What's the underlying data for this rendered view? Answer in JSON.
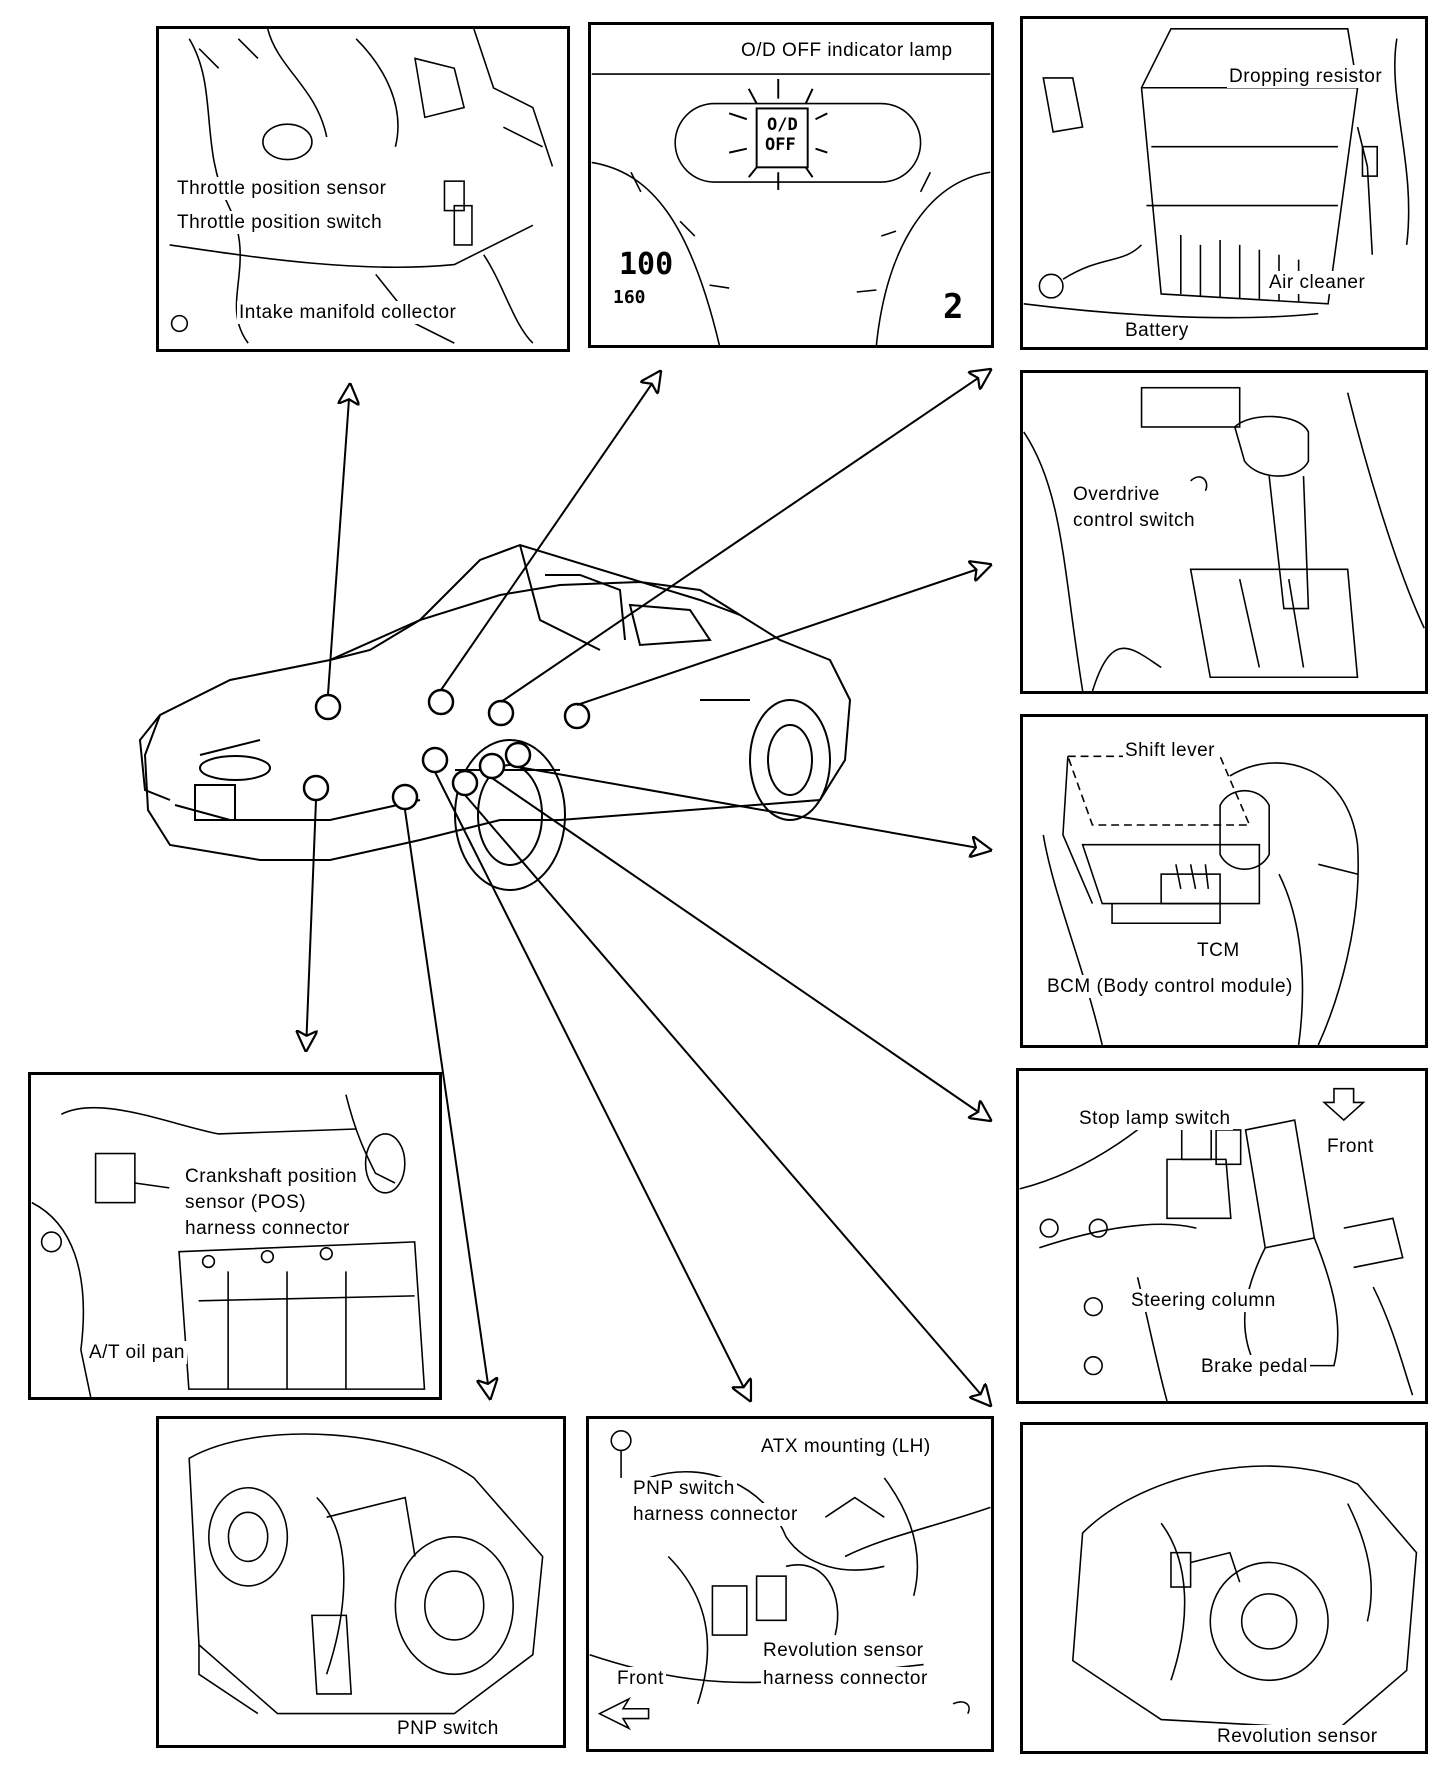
{
  "panels": {
    "throttle": {
      "throttle_position_sensor": "Throttle position sensor",
      "throttle_position_switch": "Throttle position switch",
      "intake_manifold_collector": "Intake manifold collector"
    },
    "od_lamp": {
      "title": "O/D OFF indicator lamp",
      "lamp_line1": "O/D",
      "lamp_line2": "OFF",
      "speed_100": "100",
      "speed_160": "160",
      "tach_2": "2"
    },
    "resistor": {
      "dropping_resistor": "Dropping resistor",
      "air_cleaner": "Air cleaner",
      "battery": "Battery"
    },
    "overdrive": {
      "line1": "Overdrive",
      "line2": "control switch"
    },
    "tcm": {
      "shift_lever": "Shift lever",
      "tcm": "TCM",
      "bcm": "BCM (Body control module)"
    },
    "stoplamp": {
      "stop_lamp_switch": "Stop lamp switch",
      "front": "Front",
      "steering_column": "Steering column",
      "brake_pedal": "Brake pedal"
    },
    "crankshaft": {
      "line1": "Crankshaft position",
      "line2": "sensor (POS)",
      "line3": "harness connector",
      "at_oil_pan": "A/T oil pan"
    },
    "pnp": {
      "pnp_switch": "PNP switch"
    },
    "atx": {
      "atx_mounting": "ATX mounting (LH)",
      "pnp_line1": "PNP switch",
      "pnp_line2": "harness connector",
      "rev_line1": "Revolution sensor",
      "rev_line2": "harness connector",
      "front": "Front"
    },
    "revsensor": {
      "revolution_sensor": "Revolution sensor"
    }
  }
}
